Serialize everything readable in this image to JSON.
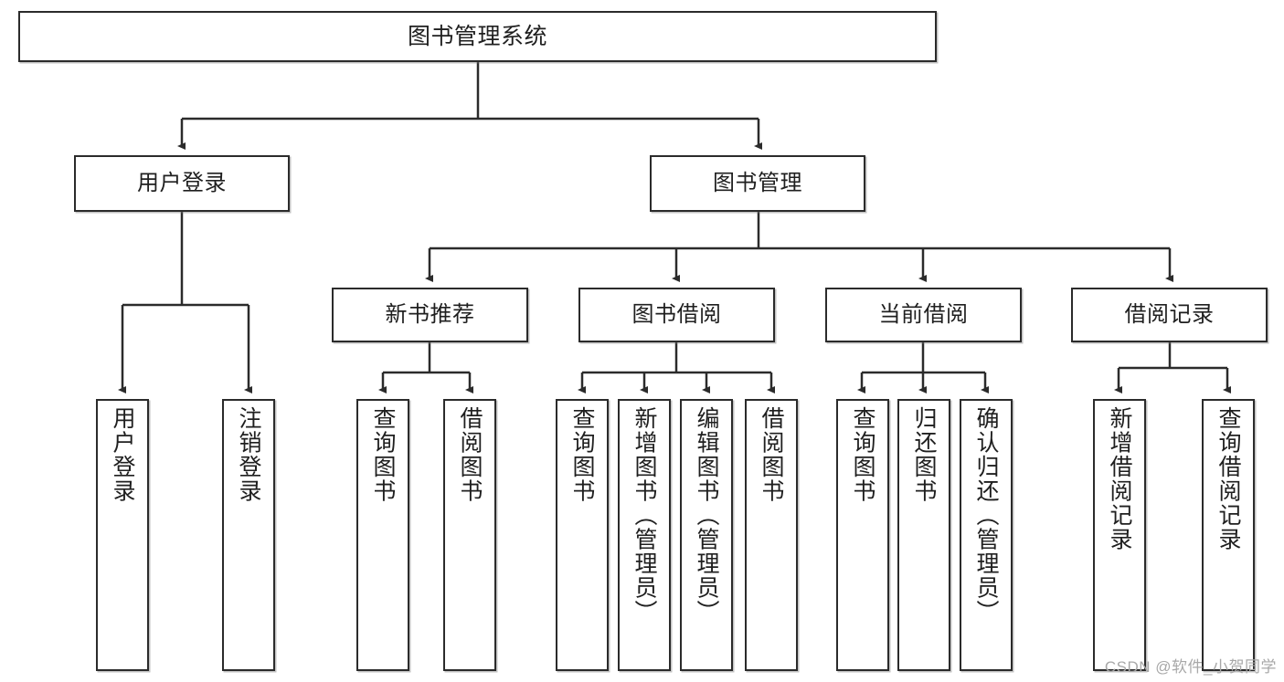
{
  "diagram": {
    "type": "tree-hierarchy",
    "title_node": {
      "label": "图书管理系统"
    },
    "level2": [
      {
        "id": "user-login",
        "label": "用户登录"
      },
      {
        "id": "book-management",
        "label": "图书管理"
      }
    ],
    "level3": [
      {
        "id": "new-book-recommend",
        "label": "新书推荐"
      },
      {
        "id": "book-borrow",
        "label": "图书借阅"
      },
      {
        "id": "current-borrow",
        "label": "当前借阅"
      },
      {
        "id": "borrow-record",
        "label": "借阅记录"
      }
    ],
    "leaves": {
      "user_login": [
        {
          "id": "leaf-user-login",
          "label": "用户登录"
        },
        {
          "id": "leaf-logout-login",
          "label": "注销登录"
        }
      ],
      "new_book_recommend": [
        {
          "id": "leaf-query-book-1",
          "label": "查询图书"
        },
        {
          "id": "leaf-borrow-book-1",
          "label": "借阅图书"
        }
      ],
      "book_borrow": [
        {
          "id": "leaf-query-book-2",
          "label": "查询图书"
        },
        {
          "id": "leaf-add-book",
          "label": "新增图书（管理员）"
        },
        {
          "id": "leaf-edit-book",
          "label": "编辑图书（管理员）"
        },
        {
          "id": "leaf-borrow-book-2",
          "label": "借阅图书"
        }
      ],
      "current_borrow": [
        {
          "id": "leaf-query-book-3",
          "label": "查询图书"
        },
        {
          "id": "leaf-return-book",
          "label": "归还图书"
        },
        {
          "id": "leaf-confirm-return",
          "label": "确认归还（管理员）"
        }
      ],
      "borrow_record": [
        {
          "id": "leaf-add-record",
          "label": "新增借阅记录"
        },
        {
          "id": "leaf-query-record",
          "label": "查询借阅记录"
        }
      ]
    }
  },
  "watermark": {
    "text": "CSDN @软件_小贺同学"
  },
  "colors": {
    "border": "#2b2b2b",
    "background": "#ffffff",
    "text": "#1f1f1f",
    "watermark": "#a8a8a8"
  }
}
